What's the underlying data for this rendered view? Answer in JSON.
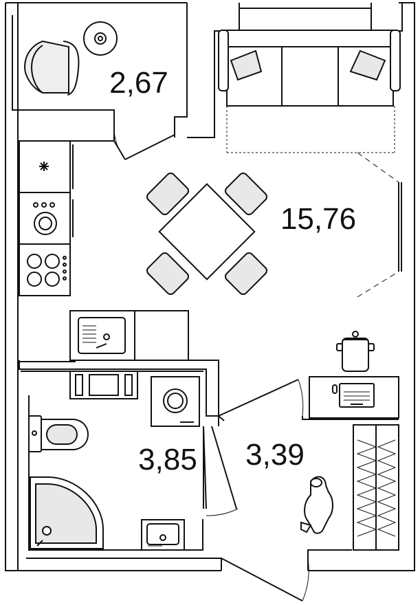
{
  "plan": {
    "rooms": [
      {
        "id": "balcony",
        "area": "2,67"
      },
      {
        "id": "living",
        "area": "15,76"
      },
      {
        "id": "bathroom",
        "area": "3,85"
      },
      {
        "id": "hallway",
        "area": "3,39"
      }
    ],
    "colors": {
      "wall": "#111111",
      "furniture_fill": "#e8e8e8",
      "background": "#ffffff"
    },
    "icons": [
      "armchair",
      "side-table",
      "sofa",
      "dining-table",
      "chair",
      "kitchen-unit",
      "fridge",
      "stove",
      "cooktop",
      "kitchen-sink",
      "cooking-pot",
      "washing-machine",
      "toilet",
      "shower",
      "bathroom-sink",
      "desk",
      "laptop",
      "wardrobe",
      "dog",
      "door"
    ]
  }
}
